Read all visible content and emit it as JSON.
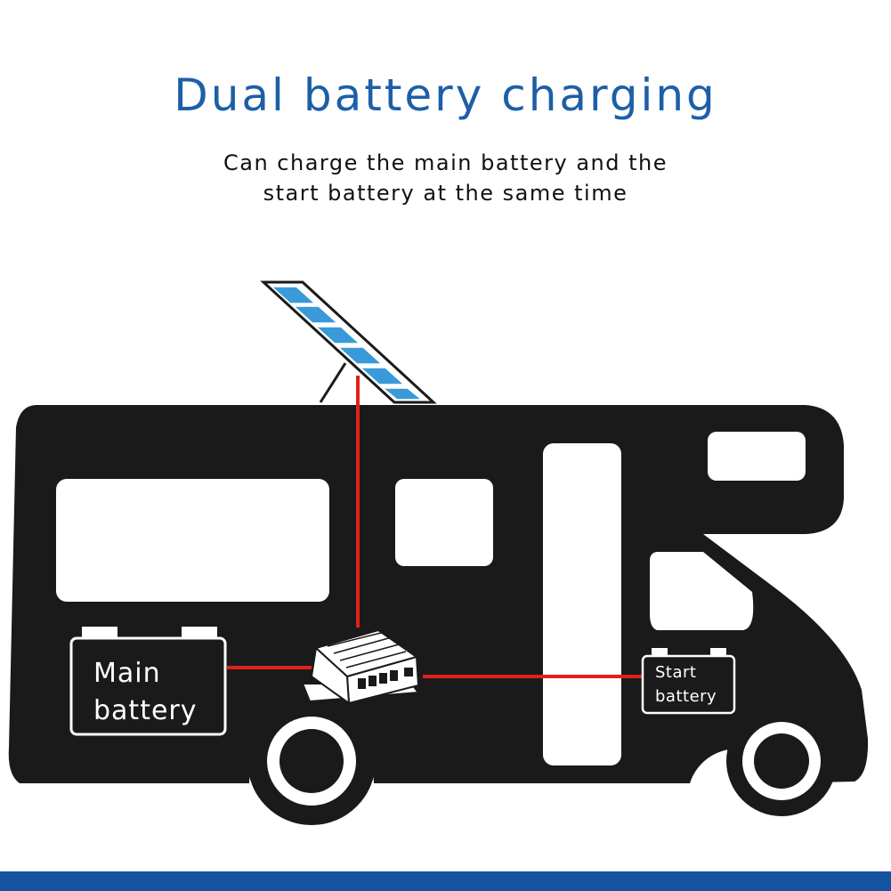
{
  "header": {
    "title": "Dual battery charging",
    "subtitle_line1": "Can charge the main battery and the",
    "subtitle_line2": "start battery at the same time"
  },
  "diagram": {
    "main_battery_line1": "Main",
    "main_battery_line2": "battery",
    "start_battery_line1": "Start",
    "start_battery_line2": "battery"
  },
  "colors": {
    "title": "#1d5fa6",
    "vehicle": "#1a1a1a",
    "wire": "#e0201b",
    "panel_cell": "#3a9ad9",
    "bottom_bar": "#1552a0"
  },
  "icons": {
    "vehicle": "motorhome-icon",
    "solar_panel": "solar-panel-icon",
    "controller": "charge-controller-icon"
  }
}
